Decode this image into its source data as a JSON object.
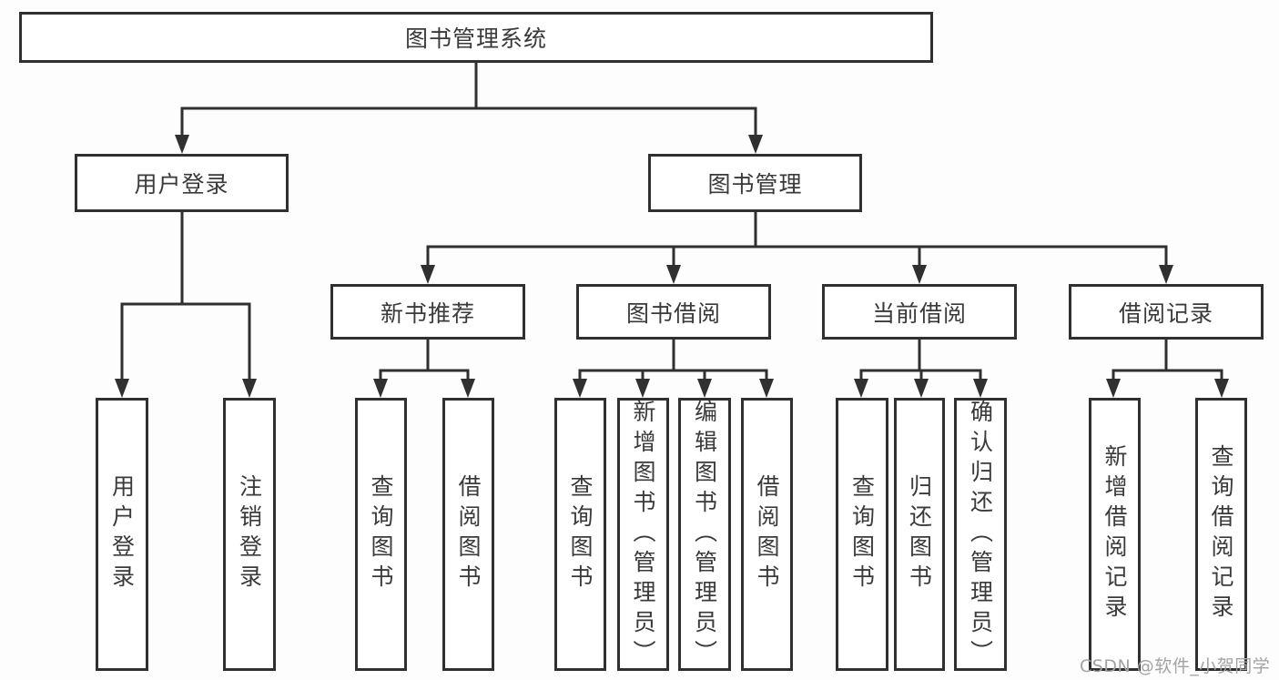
{
  "colors": {
    "line": "#303030",
    "text": "#3a3a3a",
    "bg": "#fdfdfd",
    "watermark": "#a3a3a3"
  },
  "watermark": {
    "text": "CSDN @软件_小贺同学"
  },
  "tree": {
    "root": "图书管理系统",
    "children": [
      {
        "label": "用户登录",
        "children": [
          "用户登录",
          "注销登录"
        ]
      },
      {
        "label": "图书管理",
        "children": [
          {
            "label": "新书推荐",
            "children": [
              "查询图书",
              "借阅图书"
            ]
          },
          {
            "label": "图书借阅",
            "children": [
              "查询图书",
              "新增图书（管理员）",
              "编辑图书（管理员）",
              "借阅图书"
            ]
          },
          {
            "label": "当前借阅",
            "children": [
              "查询图书",
              "归还图书",
              "确认归还（管理员）"
            ]
          },
          {
            "label": "借阅记录",
            "children": [
              "新增借阅记录",
              "查询借阅记录"
            ]
          }
        ]
      }
    ]
  }
}
